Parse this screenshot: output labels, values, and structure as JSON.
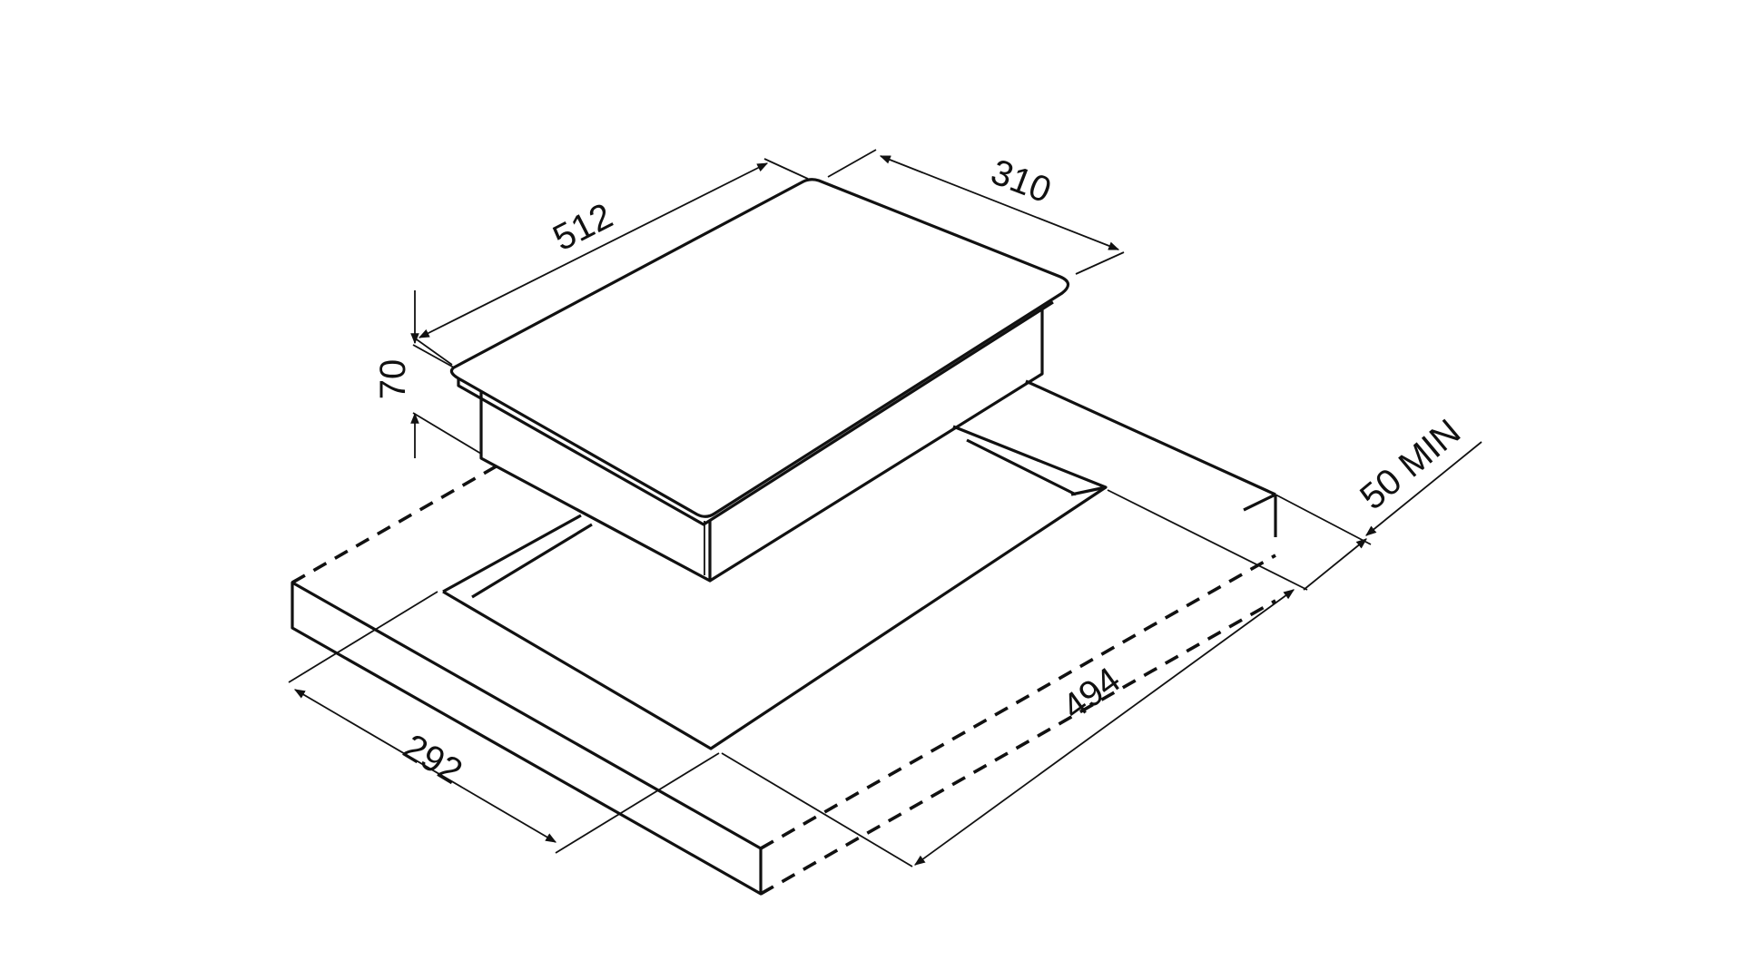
{
  "dimensions": {
    "length": "512",
    "width": "310",
    "height": "70",
    "margin": "50 MIN",
    "cutout_width": "292",
    "cutout_length": "494"
  },
  "colors": {
    "line": "#111111",
    "background": "#ffffff"
  }
}
